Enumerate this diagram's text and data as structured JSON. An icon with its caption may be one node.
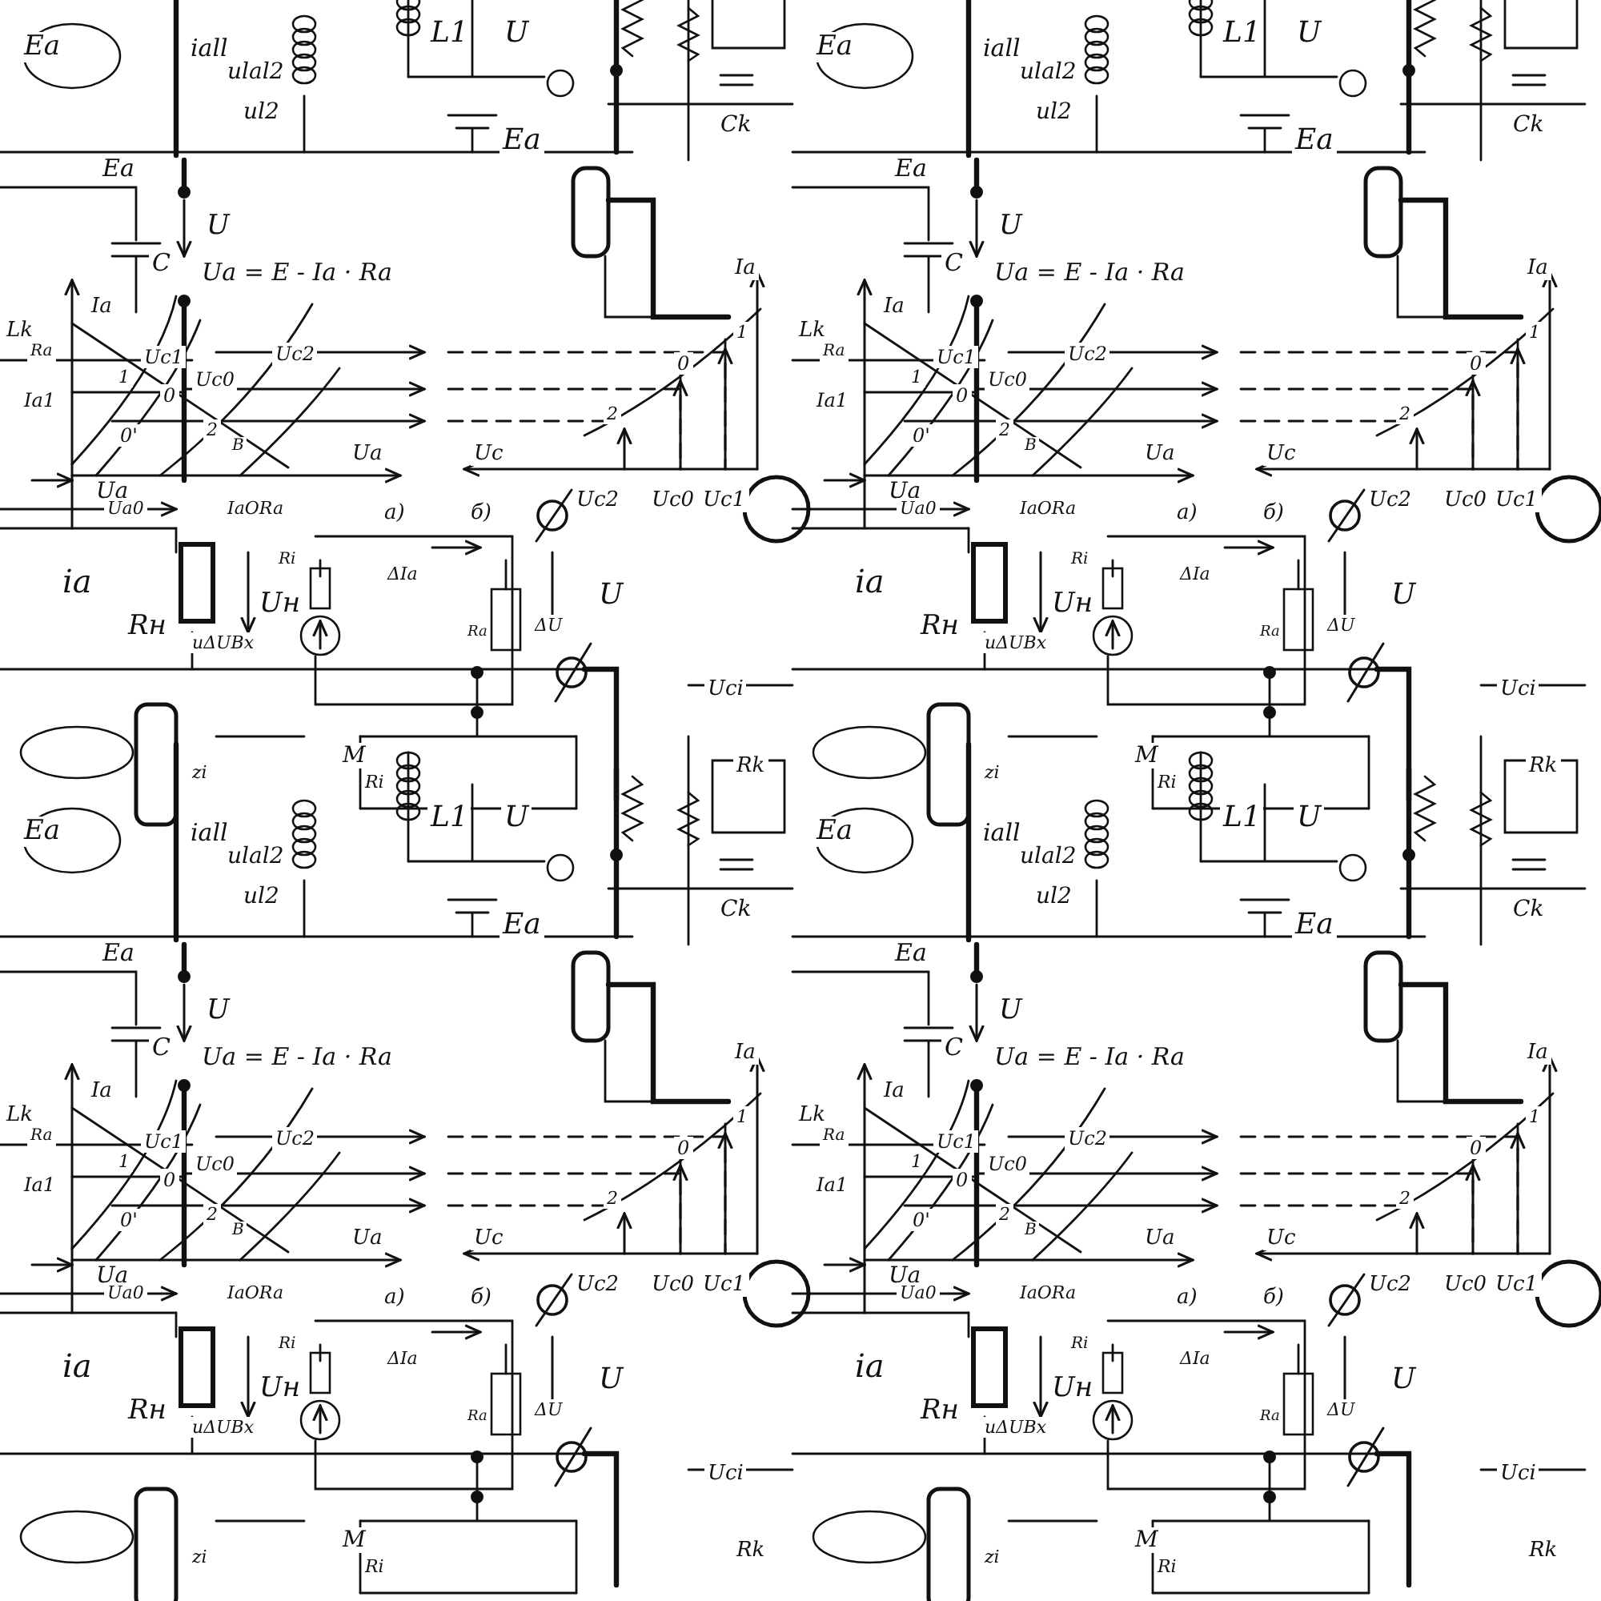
{
  "diagram": {
    "labels": [
      "Ea",
      "iall",
      "ulal2",
      "L1",
      "U",
      "ul2",
      "Ck",
      "Ea",
      "Ea",
      "C",
      "U",
      "Lk",
      "Ia",
      "Ra",
      "Uc1",
      "Ua = E - Ia · Ra",
      "Uc0",
      "Ia",
      "Uc2",
      "1",
      "1",
      "Ia1",
      "0",
      "0",
      "2",
      "2",
      "0'",
      "B",
      "Ua",
      "Uc",
      "Ua",
      "Ua0",
      "IaORa",
      "а)",
      "б)",
      "Uc2",
      "Uc0",
      "Uc1",
      "ia",
      "Ri",
      "ΔIa",
      "Uн",
      "U",
      "ΔU",
      "Rн",
      "Ra",
      "uΔUBx",
      "Uci",
      "Rk",
      "zi",
      "M",
      "Ri",
      "Ea",
      "iall",
      "ulal2",
      "L1",
      "U",
      "ul2",
      "Ck",
      "Ea",
      "Ea",
      "C",
      "U",
      "Lk",
      "Ia",
      "Ra",
      "Uc1",
      "Ua = E - Ia · Ra",
      "Uc0",
      "Ia",
      "Uc2",
      "1",
      "1",
      "Ia1",
      "0",
      "0",
      "2",
      "2",
      "0'",
      "B",
      "Ua",
      "Uc",
      "Ua",
      "Ua0",
      "IaORa",
      "а)",
      "б)",
      "Uc2",
      "Uc0",
      "Uc1",
      "ia",
      "Ri",
      "ΔIa",
      "Uн",
      "U",
      "ΔU",
      "Rн",
      "Ra",
      "uΔUBx",
      "Uci",
      "Rk",
      "zi",
      "M",
      "Ri",
      "Ea",
      "iall",
      "ulal2",
      "L1",
      "U",
      "ul2",
      "Ck",
      "Ea",
      "Ea",
      "C",
      "U",
      "Lk",
      "Ia",
      "Ra",
      "Uc1",
      "Ua = E - Ia · Ra",
      "Uc0",
      "Ia",
      "Uc2",
      "1",
      "1",
      "Ia1",
      "0",
      "0",
      "2",
      "2",
      "0'",
      "B",
      "Ua",
      "Uc",
      "Ua",
      "Ua0",
      "IaORa",
      "а)",
      "б)",
      "Uc2",
      "Uc0",
      "Uc1",
      "ia",
      "Ri",
      "ΔIa",
      "Uн",
      "U",
      "ΔU",
      "Rн",
      "Ra",
      "uΔUBx",
      "Uci",
      "Rk",
      "zi",
      "M",
      "Ri",
      "Ea",
      "iall",
      "ulal2",
      "L1",
      "U",
      "ul2",
      "Ck",
      "Ea",
      "Ea",
      "C",
      "U",
      "Lk",
      "Ia",
      "Ra",
      "Uc1",
      "Ua = E - Ia · Ra",
      "Uc0",
      "Ia",
      "Uc2",
      "1",
      "1",
      "Ia1",
      "0",
      "0",
      "2",
      "2",
      "0'",
      "B",
      "Ua",
      "Uc",
      "Ua",
      "Ua0",
      "IaORa",
      "а)",
      "б)",
      "Uc2",
      "Uc0",
      "Uc1",
      "ia",
      "Ri",
      "ΔIa",
      "Uн",
      "U",
      "ΔU",
      "Rн",
      "Ra",
      "uΔUBx",
      "Uci",
      "Rk",
      "zi",
      "M",
      "Ri"
    ]
  }
}
